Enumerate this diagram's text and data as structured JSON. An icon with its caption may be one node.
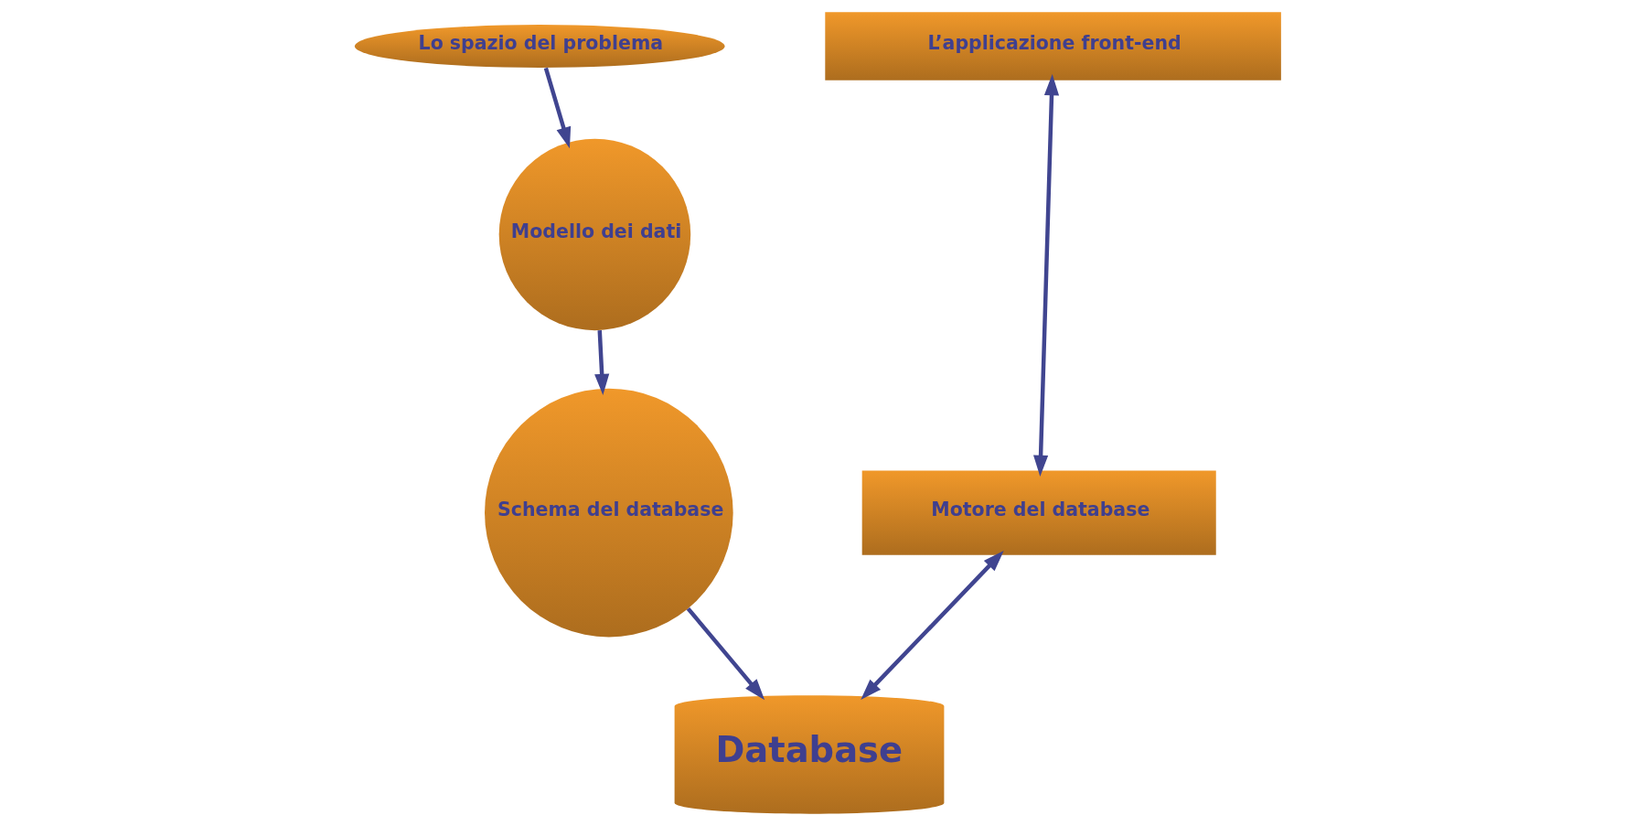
{
  "diagram": {
    "nodes": [
      {
        "text": [
          "Lo spazio del problema"
        ]
      },
      {
        "text": [
          "Modello dei dati"
        ]
      },
      {
        "text": [
          "Schema del database"
        ]
      },
      {
        "text": [
          "Database"
        ]
      },
      {
        "text": [
          "L’applicazione front-end"
        ]
      },
      {
        "text": [
          "Motore del database"
        ]
      }
    ],
    "edges": [
      {
        "from": 0,
        "to": 1,
        "arrow": "to"
      },
      {
        "from": 1,
        "to": 2,
        "arrow": "to"
      },
      {
        "from": 2,
        "to": 3,
        "arrow": "to"
      },
      {
        "from": 4,
        "to": 5,
        "arrow": "both"
      },
      {
        "from": 5,
        "to": 3,
        "arrow": "both"
      }
    ]
  }
}
